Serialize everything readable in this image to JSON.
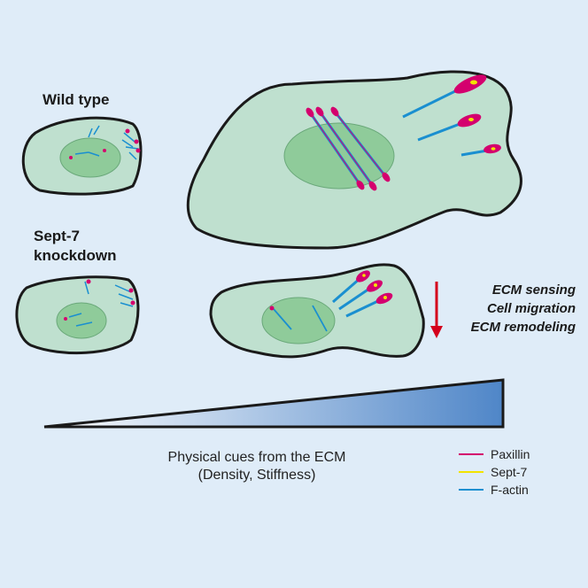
{
  "conditions": {
    "wild_type": "Wild type",
    "knockdown_line1": "Sept-7",
    "knockdown_line2": "knockdown"
  },
  "effects": [
    "ECM sensing",
    "Cell migration",
    "ECM remodeling"
  ],
  "gradient_caption": {
    "line1": "Physical cues from the ECM",
    "line2": "(Density, Stiffness)"
  },
  "legend": [
    {
      "label": "Paxillin",
      "color": "#d4006e"
    },
    {
      "label": "Sept-7",
      "color": "#f2e300"
    },
    {
      "label": "F-actin",
      "color": "#1a8fd0"
    }
  ],
  "colors": {
    "background": "#dfecf8",
    "cell_fill": "#bfe0cf",
    "nucleus_fill": "#8fcb9a",
    "arrow": "#d4001c",
    "gradient_start": "#ffffff",
    "gradient_end": "#4f86c8"
  }
}
